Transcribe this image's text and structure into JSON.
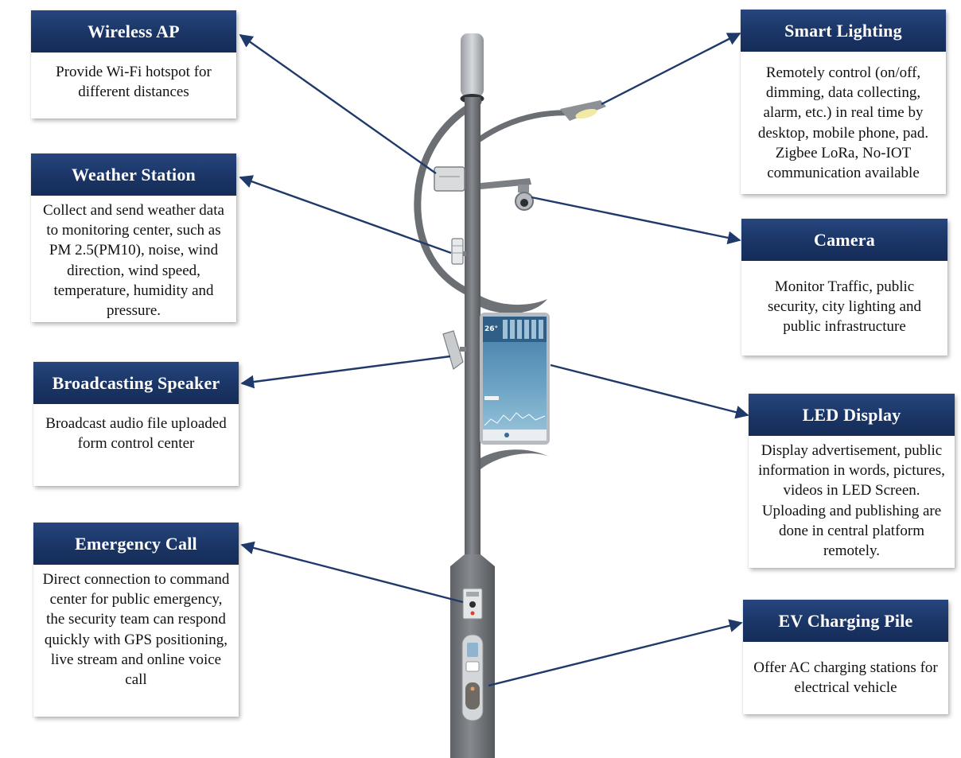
{
  "features": {
    "wireless_ap": {
      "title": "Wireless AP",
      "desc": "Provide Wi-Fi hotspot for different distances"
    },
    "weather_station": {
      "title": "Weather Station",
      "desc": "Collect and send weather data to monitoring center, such as PM 2.5(PM10), noise, wind direction, wind speed, temperature, humidity and pressure."
    },
    "broadcasting_speaker": {
      "title": "Broadcasting Speaker",
      "desc": "Broadcast audio file uploaded form control center"
    },
    "emergency_call": {
      "title": "Emergency Call",
      "desc": "Direct connection to command center for public emergency, the security team can respond quickly with GPS positioning, live stream and online voice call"
    },
    "smart_lighting": {
      "title": "Smart Lighting",
      "desc": "Remotely control (on/off, dimming, data collecting, alarm, etc.) in real time by desktop, mobile phone, pad. Zigbee LoRa, No-IOT communication available"
    },
    "camera": {
      "title": "Camera",
      "desc": "Monitor Traffic, public security, city lighting and public infrastructure"
    },
    "led_display": {
      "title": "LED Display",
      "desc": "Display advertisement, public information in words, pictures, videos in LED Screen. Uploading and publishing are done in central platform remotely."
    },
    "ev_charging_pile": {
      "title": "EV Charging Pile",
      "desc": "Offer AC charging stations for electrical vehicle"
    }
  },
  "colors": {
    "header": "#1c3767",
    "arrow": "#1f3a6a",
    "pole": "#6f7377"
  },
  "screen": {
    "temperature": "26°"
  }
}
